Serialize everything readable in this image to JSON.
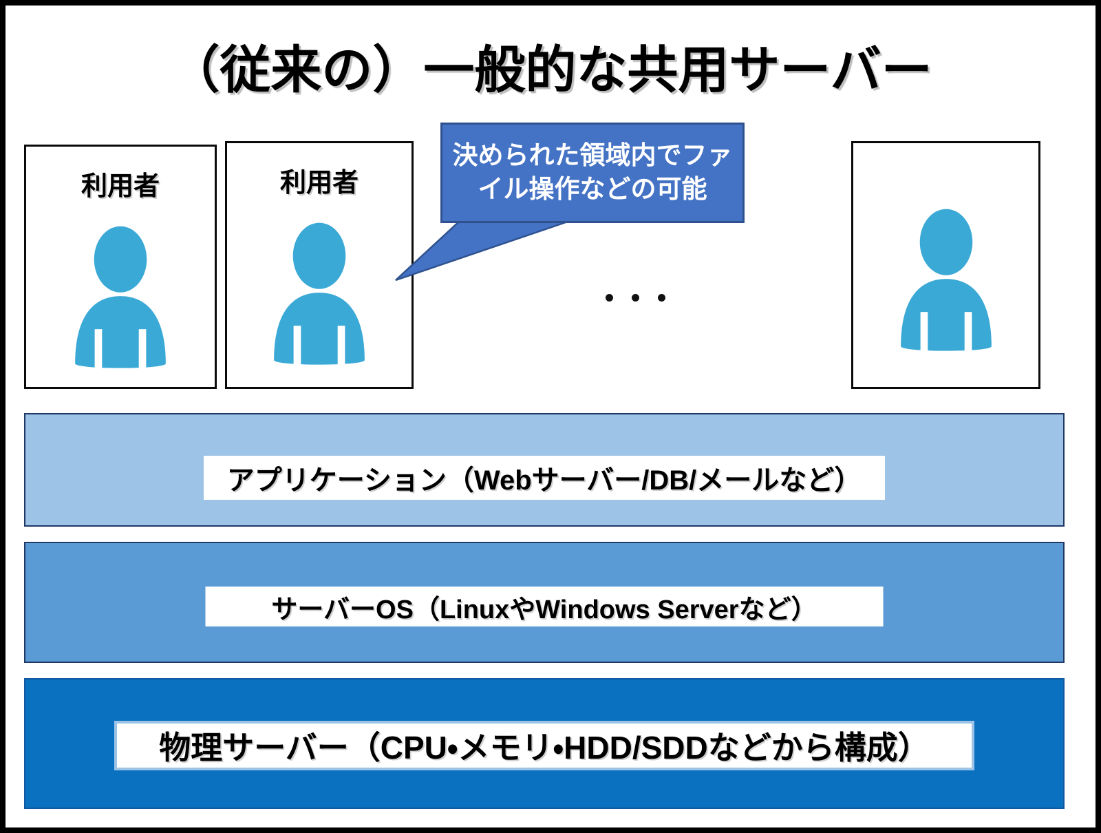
{
  "slide": {
    "title": "（従来の）一般的な共用サーバー"
  },
  "users": {
    "boxes": [
      {
        "label": "利用者"
      },
      {
        "label": "利用者"
      },
      {
        "label": ""
      }
    ],
    "ellipsis": "・・・"
  },
  "callout": {
    "text": "決められた領域内でファイル操作などの可能"
  },
  "layers": [
    {
      "label": "アプリケーション（Webサーバー/DB/メールなど）",
      "color": "#9DC3E6"
    },
    {
      "label": "サーバーOS（LinuxやWindows Serverなど）",
      "color": "#5B9BD5"
    },
    {
      "label": "物理サーバー（CPU・メモリ・HDD/SDDなどから構成）",
      "color": "#0A71C0"
    }
  ],
  "colors": {
    "callout_fill": "#4472C4",
    "callout_border": "#2F528F",
    "person_icon": "#3AA9D6",
    "user_box_border": "#000000",
    "layer_border": "#1F3864",
    "outer_border": "#000000"
  },
  "icons": [
    {
      "name": "person-icon",
      "shape": "user-silhouette"
    }
  ]
}
